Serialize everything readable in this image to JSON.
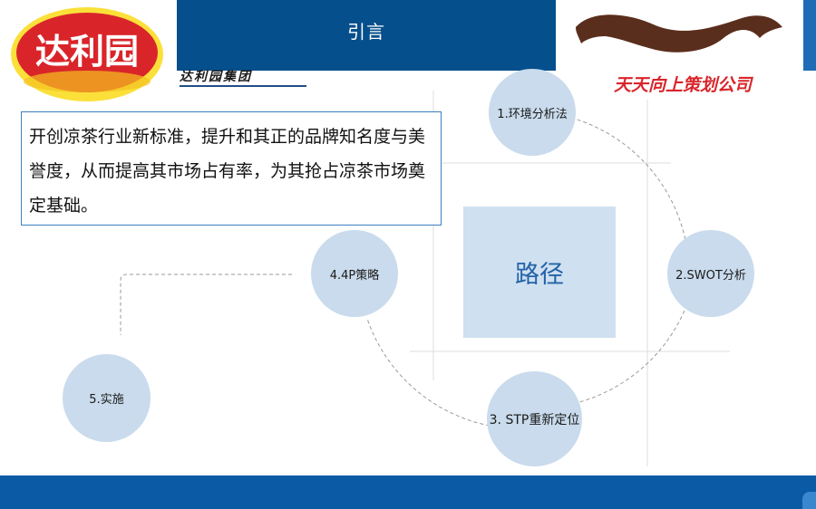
{
  "header": {
    "title": "引言"
  },
  "logos": {
    "left_brand": "达利园",
    "right_brand": "天天向上策划公司"
  },
  "group_name": "达利园集团",
  "intro_text": "开创凉茶行业新标准，提升和其正的品牌知名度与美誉度，从而提高其市场占有率，为其抢占凉茶市场奠定基础。",
  "center_label": "路径",
  "steps": [
    {
      "label": "1.环境分析法"
    },
    {
      "label": "2.SWOT分析"
    },
    {
      "label": "3. STP重新定位"
    },
    {
      "label": "4.4P策略"
    },
    {
      "label": "5.实施"
    }
  ],
  "colors": {
    "header_blue": "#054f8c",
    "footer_blue": "#0a5aa6",
    "circle_fill": "#c9dbec",
    "center_fill": "#cfe0f0",
    "center_text": "#2363a8",
    "brand_red": "#d9252a"
  }
}
